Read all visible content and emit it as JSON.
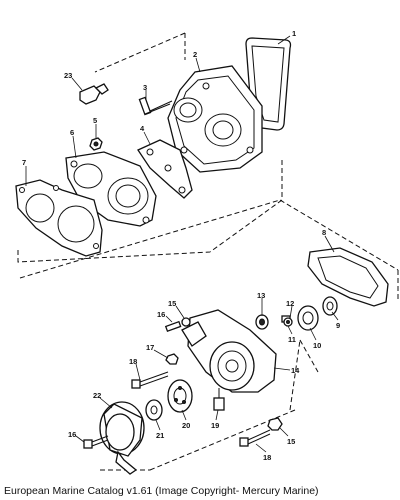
{
  "caption": "European Marine Catalog v1.61 (Image Copyright- Mercury Marine)",
  "callouts": [
    "1",
    "2",
    "3",
    "4",
    "5",
    "6",
    "7",
    "23",
    "8",
    "9",
    "10",
    "11",
    "12",
    "13",
    "14",
    "15",
    "16",
    "17",
    "18",
    "19",
    "20",
    "21",
    "22",
    "15",
    "16",
    "18"
  ]
}
